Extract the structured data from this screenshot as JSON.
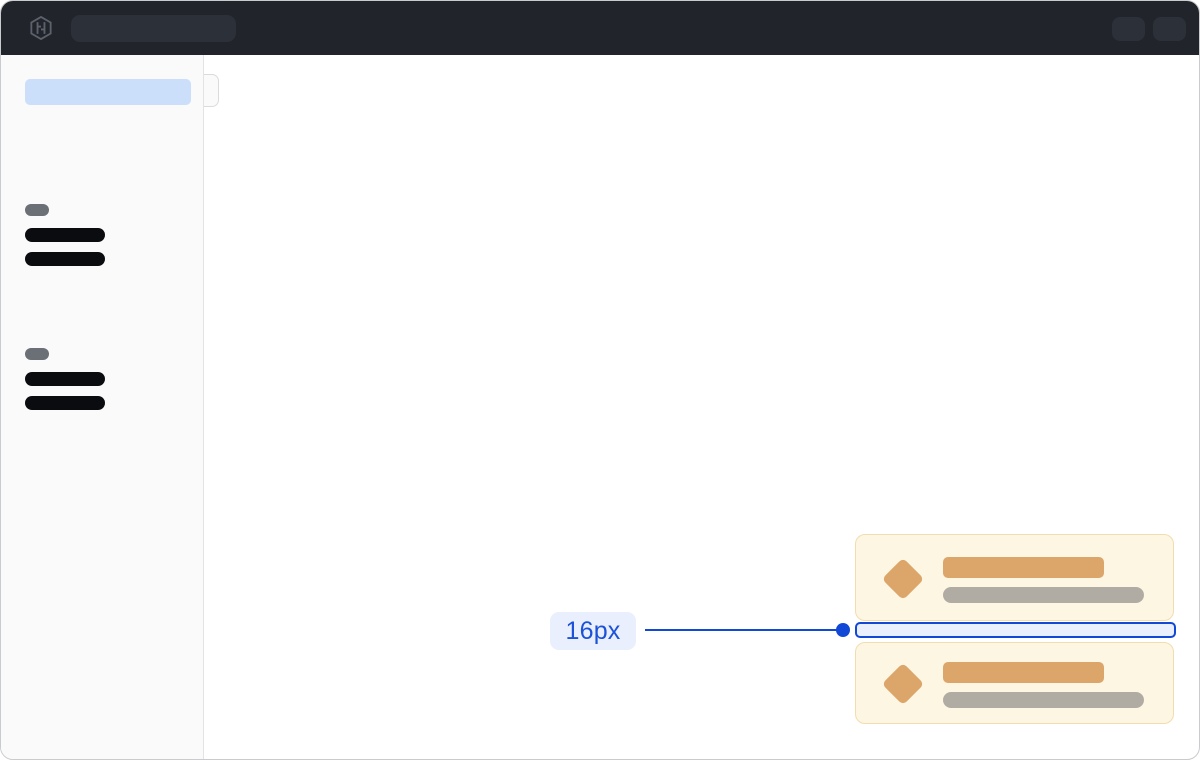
{
  "topbar": {
    "logo_icon": "hashicorp-logo-icon",
    "search_skeleton": "",
    "action_pills": 2,
    "colors": {
      "bg": "#21242b",
      "pill": "#2b3039",
      "logo": "#5c616b"
    }
  },
  "sidebar": {
    "active_item_skeleton": true,
    "toggle_tab": true,
    "groups": [
      {
        "section_label_skeleton": true,
        "item_skeletons": 2
      },
      {
        "section_label_skeleton": true,
        "item_skeletons": 2
      }
    ],
    "colors": {
      "bg": "#fafafa",
      "border": "#e2e3e6",
      "active": "#cbdffb",
      "section": "#6b7077",
      "item": "#0b0c10"
    }
  },
  "toasts": {
    "cards": [
      {
        "icon": "diamond-icon",
        "title_skeleton": true,
        "description_skeleton": true
      },
      {
        "icon": "diamond-icon",
        "title_skeleton": true,
        "description_skeleton": true
      }
    ],
    "colors": {
      "bg": "#fdf6e3",
      "border": "#f2ddae",
      "accent": "#dca569",
      "muted": "#b1aca3"
    }
  },
  "annotation": {
    "spacing_label": "16px",
    "accent": "#1149d6",
    "label_bg": "#e9effc",
    "gap_fill": "#e9effc"
  }
}
